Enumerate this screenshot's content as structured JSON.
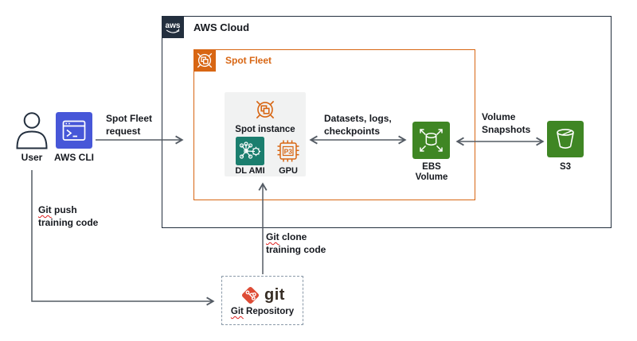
{
  "colors": {
    "aws_dark": "#232F3E",
    "orange": "#D86613",
    "green": "#3F8624",
    "teal": "#1B7E6E",
    "blue": "#4757D8",
    "git_red": "#DE4C36",
    "arrow": "#545B64",
    "text": "#16191F",
    "squiggle_red": "#E02020",
    "card_bg": "#F1F2F2",
    "dashed_border": "#8A99A8"
  },
  "aws_cloud": {
    "label": "AWS Cloud",
    "logo_text": "aws"
  },
  "spot_fleet": {
    "label": "Spot Fleet"
  },
  "spot_instance": {
    "label": "Spot instance"
  },
  "dl_ami": {
    "label": "DL AMI"
  },
  "gpu": {
    "label": "GPU",
    "chip_text": "P3"
  },
  "ebs": {
    "label": "EBS\nVolume"
  },
  "s3": {
    "label": "S3"
  },
  "user": {
    "label": "User"
  },
  "aws_cli": {
    "label": "AWS CLI"
  },
  "git_repo": {
    "wordmark": "git",
    "label_git": "Git",
    "label_rest": " Repository"
  },
  "edges": {
    "spot_fleet_request": {
      "label": "Spot Fleet\nrequest"
    },
    "datasets": {
      "label": "Datasets, logs,\ncheckpoints"
    },
    "volume_snapshots": {
      "label": "Volume\nSnapshots"
    },
    "git_push": {
      "label_git": "Git",
      "label_rest": " push\ntraining code"
    },
    "git_clone": {
      "label_git": "Git",
      "label_rest": " clone\ntraining code"
    }
  }
}
